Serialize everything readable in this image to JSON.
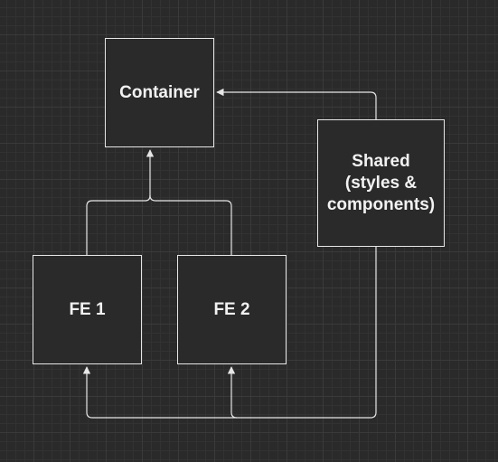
{
  "nodes": {
    "container": {
      "label": "Container"
    },
    "shared": {
      "label": "Shared\n(styles &\ncomponents)"
    },
    "fe1": {
      "label": "FE 1"
    },
    "fe2": {
      "label": "FE 2"
    }
  },
  "colors": {
    "background": "#2a2a2a",
    "stroke": "#e6e6e6",
    "text": "#f2f2f2"
  }
}
